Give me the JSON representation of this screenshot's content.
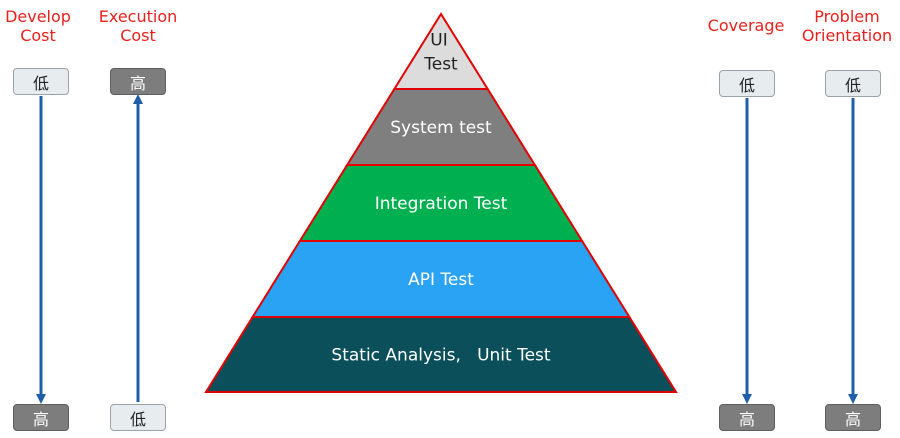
{
  "columns": [
    {
      "id": "develop",
      "title": "Develop\nCost",
      "top": "低",
      "bottom": "高",
      "top_style": "light",
      "bottom_style": "dark",
      "direction": "down"
    },
    {
      "id": "execution",
      "title": "Execution\nCost",
      "top": "高",
      "bottom": "低",
      "top_style": "dark",
      "bottom_style": "light",
      "direction": "up"
    },
    {
      "id": "coverage",
      "title": "Coverage",
      "top": "低",
      "bottom": "高",
      "top_style": "light",
      "bottom_style": "dark",
      "direction": "down"
    },
    {
      "id": "problem",
      "title": "Problem\nOrientation",
      "top": "低",
      "bottom": "高",
      "top_style": "light",
      "bottom_style": "dark",
      "direction": "down"
    }
  ],
  "pyramid": {
    "tiers": [
      {
        "label": "UI",
        "label2": "Test",
        "fill": "#dcdcdc",
        "text_color": "#222222"
      },
      {
        "label": "System test",
        "fill": "#7f7f7f",
        "text_color": "#ffffff"
      },
      {
        "label": "Integration Test",
        "fill": "#00b050",
        "text_color": "#ffffff"
      },
      {
        "label": "API Test",
        "fill": "#2aa3f5",
        "text_color": "#ffffff"
      },
      {
        "label": "Static Analysis,   Unit Test",
        "fill": "#0b4f5a",
        "text_color": "#ffffff"
      }
    ],
    "outline_color": "#e00000"
  },
  "colors": {
    "title": "#e8211d",
    "arrow": "#1f5fa8"
  }
}
